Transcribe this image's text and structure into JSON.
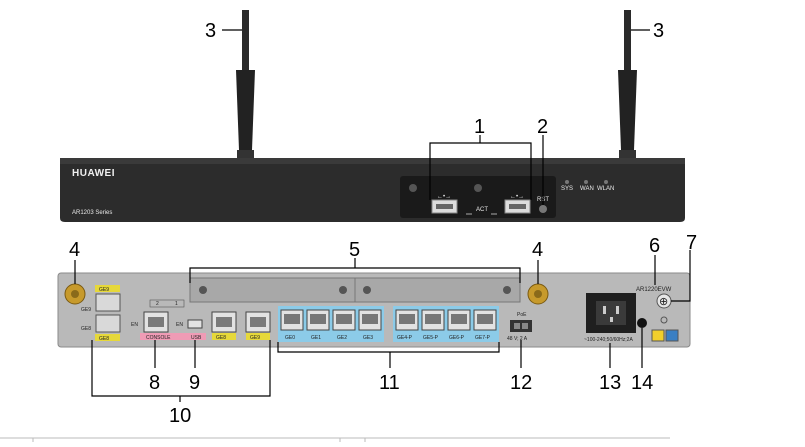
{
  "front": {
    "brand": "HUAWEI",
    "series": "AR1203 Series",
    "usb_left": "←•→",
    "usb_right": "←•→",
    "act": "ACT",
    "rst": "RST",
    "leds": [
      "SYS",
      "WAN",
      "WLAN"
    ]
  },
  "rear": {
    "model": "AR1220EVW",
    "ge_left_top": "GE9",
    "ge_left_bottom": "GE8",
    "ge_left_bottom2": "GE8",
    "console": "CONSOLE",
    "en1": "EN",
    "en2": "EN",
    "usb_mini": "USB",
    "ge_pair": [
      "GE8",
      "GE9"
    ],
    "ge_group1": [
      "GE0",
      "GE1",
      "GE2",
      "GE3"
    ],
    "ge_group2": [
      "GE4-P",
      "GE5-P",
      "GE6-P",
      "GE7-P"
    ],
    "poe": "PoE",
    "poe_power": "48 V; 2 A",
    "power_rating": "~100-240;50/60Hz;2A",
    "slot_nums": [
      "2",
      "1"
    ]
  },
  "callouts": [
    "1",
    "2",
    "3",
    "3",
    "4",
    "4",
    "5",
    "6",
    "7",
    "8",
    "9",
    "10",
    "11",
    "12",
    "13",
    "14"
  ]
}
